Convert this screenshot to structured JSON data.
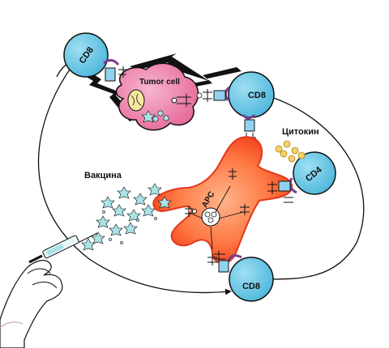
{
  "labels": {
    "cd8_top_left": "CD8",
    "cd8_top_right": "CD8",
    "cd8_bottom": "CD8",
    "cd4": "CD4",
    "tumor_cell": "Tumor cell",
    "apc": "APC",
    "cytokine": "Цитокин",
    "vaccine": "Вакцина"
  },
  "colors": {
    "t_cell_fill": "#6cc9e6",
    "t_cell_stroke": "#1b1b1b",
    "apc_fill": "#f2431c",
    "apc_glow": "#ff9a6b",
    "tumor_fill": "#f28ab2",
    "tumor_dark": "#d9558a",
    "receptor_purple": "#7c3c8c",
    "receptor_blue": "#8fd3ee",
    "cytokine_fill": "#f5d06a",
    "vaccine_fill": "#a9e3e6",
    "arrow": "#111111",
    "glove": "#ffffff"
  },
  "icons": [
    "lightning-arrow-icon",
    "syringe-icon",
    "gloved-hand-icon",
    "cytokine-dots-icon",
    "vaccine-particles-icon",
    "tcr-receptor-icon",
    "mhc-receptor-icon"
  ]
}
